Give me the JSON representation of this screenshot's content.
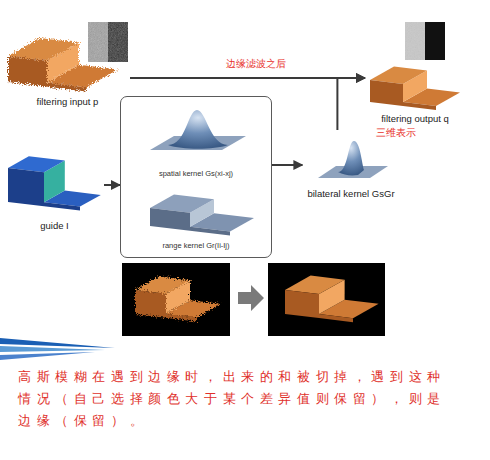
{
  "diagram": {
    "caption": "高斯模糊在遇到边缘时，出来的和被切掉，遇到这种情况（自己选择颜色大于某个差异值则保留），则是边缘（保留）。",
    "nodes": [
      {
        "text": [
          "filtering input p"
        ]
      },
      {
        "text": [
          "filtering output q"
        ]
      },
      {
        "text": [
          "guide I"
        ]
      },
      {
        "text": []
      },
      {
        "text": [
          "spatial kernel Gs(xi-xj)"
        ],
        "in": 3
      },
      {
        "text": [
          "range kernel Gr(Ii-Ij)"
        ],
        "in": 3
      },
      {
        "text": [
          "bilateral kernel GsGr"
        ]
      }
    ],
    "edges": [
      {
        "from": 0,
        "to": 1,
        "arrow": "to",
        "label": "边缘滤波之后"
      },
      {
        "from": 2,
        "to": 3,
        "arrow": "to"
      },
      {
        "from": 3,
        "to": 6,
        "arrow": "to"
      },
      {
        "from": 6,
        "to": 1,
        "arrow": "to"
      }
    ],
    "labels": [
      "三维表示"
    ]
  }
}
